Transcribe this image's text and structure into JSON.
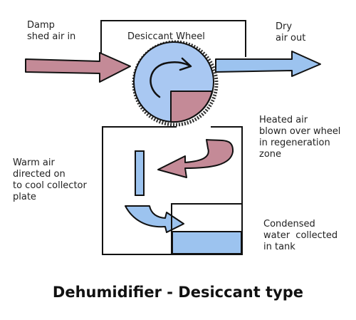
{
  "title": "Dehumidifier - Desiccant type",
  "labels": {
    "damp_in": [
      "Damp",
      "shed air in"
    ],
    "wheel": "Desiccant Wheel",
    "dry_out": [
      "Dry",
      "air out"
    ],
    "heated_air": [
      "Heated air",
      "blown over wheel",
      "in regeneration",
      "zone"
    ],
    "warm_air": [
      "Warm air",
      "directed on",
      "to cool collector",
      "plate"
    ],
    "condensed": [
      "Condensed",
      "water  collected",
      "in tank"
    ]
  },
  "colors": {
    "damp_air": "#c48a97",
    "dry_air": "#9cc3ef",
    "wheel": "#a9c8f2",
    "regeneration": "#c48a97",
    "water": "#9cc3ef",
    "outline": "#111111"
  }
}
